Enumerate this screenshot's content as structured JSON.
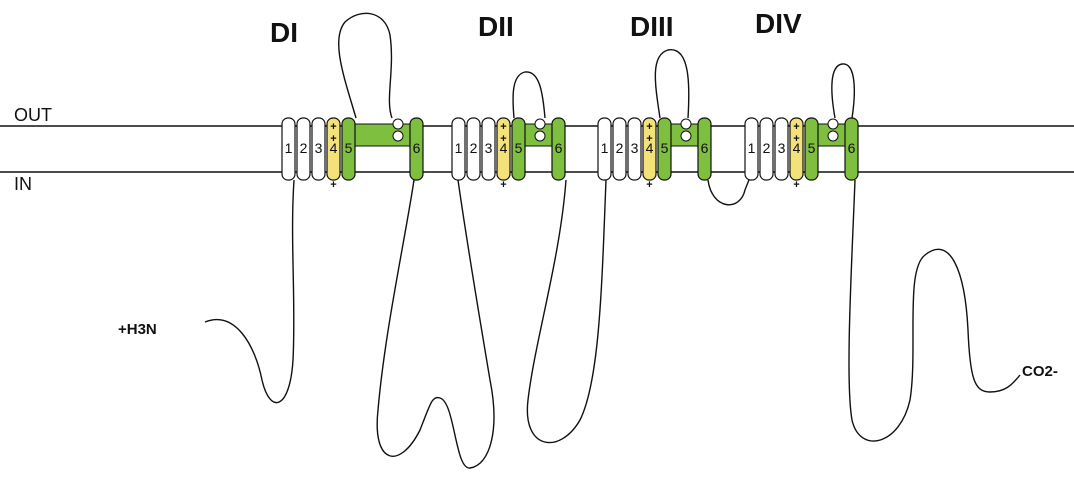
{
  "membrane": {
    "out_label": "OUT",
    "in_label": "IN"
  },
  "domains": [
    {
      "label": "DI",
      "helices": [
        "1",
        "2",
        "3",
        "4",
        "5",
        "6"
      ],
      "s4_charges": [
        "+",
        "+",
        "+"
      ]
    },
    {
      "label": "DII",
      "helices": [
        "1",
        "2",
        "3",
        "4",
        "5",
        "6"
      ],
      "s4_charges": [
        "+",
        "+",
        "+"
      ]
    },
    {
      "label": "DIII",
      "helices": [
        "1",
        "2",
        "3",
        "4",
        "5",
        "6"
      ],
      "s4_charges": [
        "+",
        "+",
        "+"
      ]
    },
    {
      "label": "DIV",
      "helices": [
        "1",
        "2",
        "3",
        "4",
        "5",
        "6"
      ],
      "s4_charges": [
        "+",
        "+",
        "+"
      ]
    }
  ],
  "termini": {
    "n_terminus": "+H3N",
    "c_terminus": "CO2-"
  },
  "colors": {
    "s1_s3": "#ffffff",
    "s4_voltage_sensor": "#f3e27a",
    "s5_s6_pore": "#7fbf3f",
    "outline": "#111111"
  }
}
